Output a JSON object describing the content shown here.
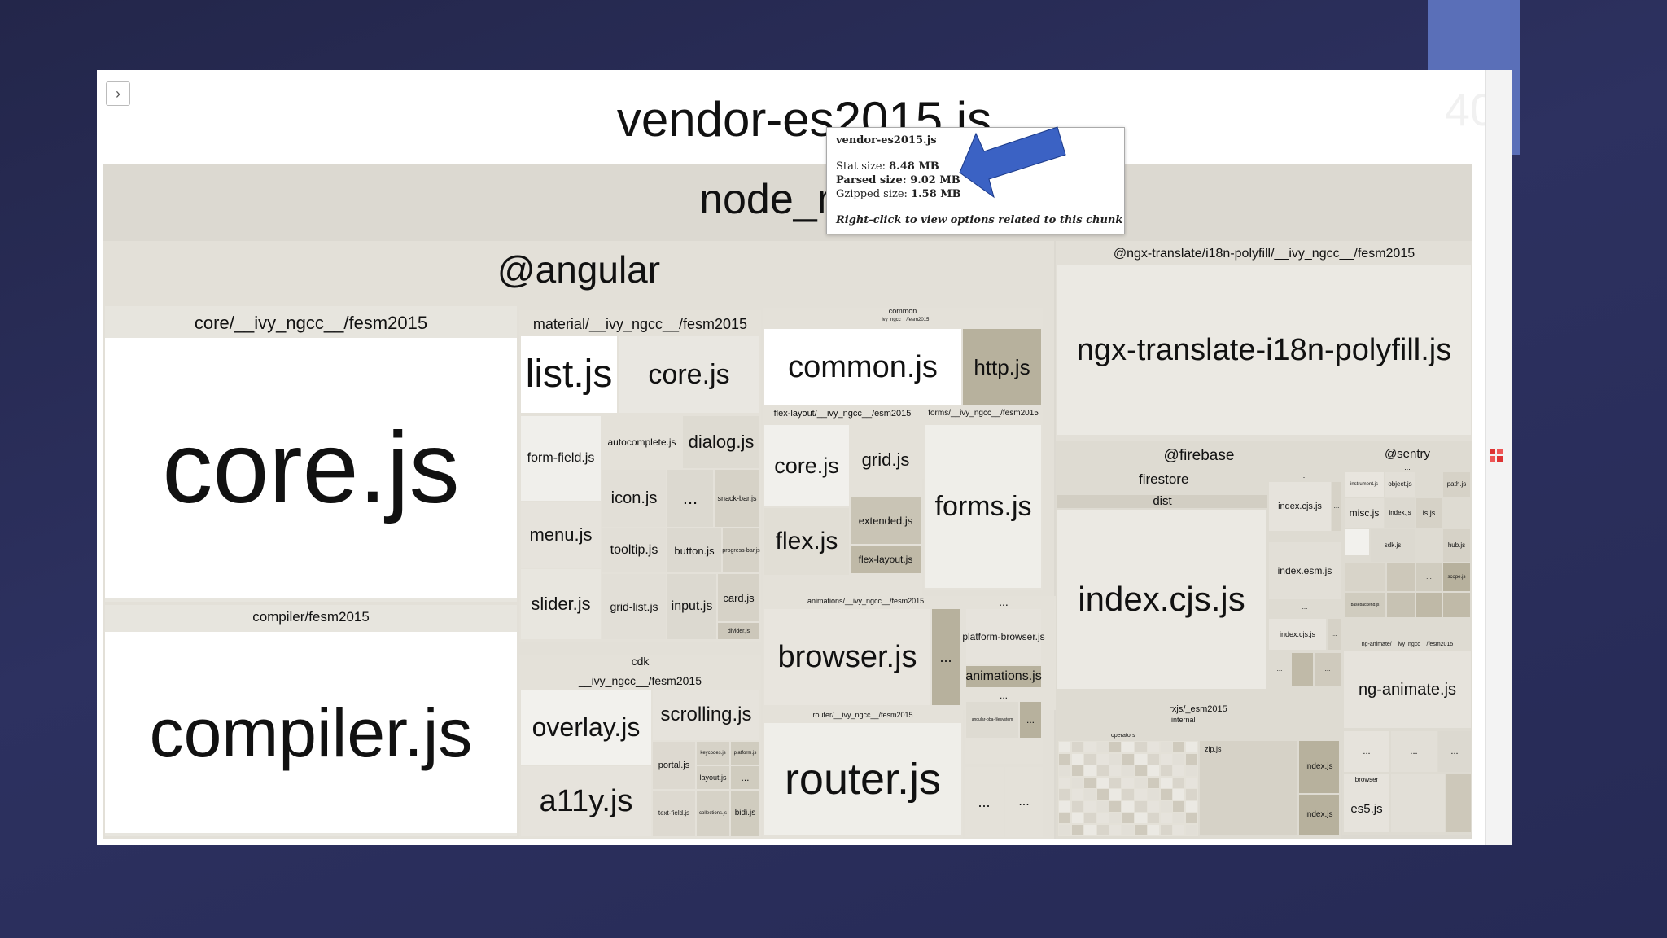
{
  "toggle": {
    "icon": "chevron-right-icon",
    "glyph": "›"
  },
  "title": "vendor-es2015.js",
  "slide_number": "40",
  "tooltip": {
    "title": "vendor-es2015.js",
    "stat_label": "Stat size:",
    "stat_value": "8.48 MB",
    "parsed_label": "Parsed size:",
    "parsed_value": "9.02 MB",
    "gzip_label": "Gzipped size:",
    "gzip_value": "1.58 MB",
    "hint": "Right-click to view options related to this chunk"
  },
  "treemap": {
    "node_modules": "node_mo",
    "angular": "@angular",
    "core_group": "core/__ivy_ngcc__/fesm2015",
    "core_js": "core.js",
    "compiler_group": "compiler/fesm2015",
    "compiler_js": "compiler.js",
    "material_group": "material/__ivy_ngcc__/fesm2015",
    "m_list": "list.js",
    "m_core": "core.js",
    "m_form_field": "form-field.js",
    "m_autocomplete": "autocomplete.js",
    "m_dialog": "dialog.js",
    "m_icon": "icon.js",
    "m_dots": "...",
    "m_snack": "snack-bar.js",
    "m_menu": "menu.js",
    "m_tooltip": "tooltip.js",
    "m_button": "button.js",
    "m_progress": "progress-bar.js",
    "m_slider": "slider.js",
    "m_grid_list": "grid-list.js",
    "m_input": "input.js",
    "m_card": "card.js",
    "m_divider": "divider.js",
    "cdk_group": "cdk",
    "cdk_sub": "__ivy_ngcc__/fesm2015",
    "cdk_overlay": "overlay.js",
    "cdk_scrolling": "scrolling.js",
    "cdk_a11y": "a11y.js",
    "cdk_portal": "portal.js",
    "cdk_bidi": "bidi.js",
    "cdk_layout": "layout.js",
    "cdk_text_field": "text-field.js",
    "cdk_keycodes": "keycodes.js",
    "cdk_platform": "platform.js",
    "cdk_collections": "collections.js",
    "cdk_dots": "...",
    "common_group": "common",
    "common_sub": "__ivy_ngcc__/fesm2015",
    "common_js": "common.js",
    "http_js": "http.js",
    "flex_group": "flex-layout/__ivy_ngcc__/esm2015",
    "f_core": "core.js",
    "f_grid": "grid.js",
    "f_flex": "flex.js",
    "f_extended": "extended.js",
    "f_flex_layout": "flex-layout.js",
    "forms_group": "forms/__ivy_ngcc__/fesm2015",
    "forms_js": "forms.js",
    "anim_group": "animations/__ivy_ngcc__/fesm2015",
    "browser_js": "browser.js",
    "anim_dots": "...",
    "pb_dots": "...",
    "platform_browser": "platform-browser.js",
    "animations_js": "animations.js",
    "pba_dots": "...",
    "pba_label": "angular-pba-filesystem",
    "pba_dots2": "...",
    "router_group": "router/__ivy_ngcc__/fesm2015",
    "router_js": "router.js",
    "r_dots1": "...",
    "r_dots2": "...",
    "ngx_group": "@ngx-translate/i18n-polyfill/__ivy_ngcc__/fesm2015",
    "ngx_js": "ngx-translate-i18n-polyfill.js",
    "firebase_group": "@firebase",
    "firestore": "firestore",
    "dist": "dist",
    "fb_index_cjs": "index.cjs.js",
    "fb_dots_a": "...",
    "fb_index_cjs_small": "index.cjs.js",
    "fb_dots_b": "...",
    "fb_index_esm": "index.esm.js",
    "fb_dots_c": "...",
    "fb_index_cjs_2": "index.cjs.js",
    "fb_dots_d": "...",
    "fb_dots_e": "...",
    "fb_dots_f": "...",
    "sentry_group": "@sentry",
    "s_dots": "...",
    "s_instrument": "instrument.js",
    "s_object": "object.js",
    "s_path": "path.js",
    "s_misc": "misc.js",
    "s_index": "index.js",
    "s_is": "is.js",
    "s_sdk": "sdk.js",
    "s_hub": "hub.js",
    "s_dots2": "...",
    "s_basebackend": "basebackend.js",
    "s_scope": "scope.js",
    "nganim_group": "ng-animate/__ivy_ngcc__/fesm2015",
    "nganim_js": "ng-animate.js",
    "na_dots1": "...",
    "na_dots2": "...",
    "na_dots3": "...",
    "na_browser": "browser",
    "na_es5": "es5.js",
    "rxjs_group": "rxjs/_esm2015",
    "rxjs_internal": "internal",
    "rxjs_operators": "operators",
    "rxjs_zip": "zip.js",
    "rxjs_index1": "index.js",
    "rxjs_index2": "index.js"
  },
  "colors": {
    "tile": "#ebe9e3",
    "group": "#e1ded6",
    "header": "#d8d4ca",
    "dark_tile": "#b7b19d"
  }
}
